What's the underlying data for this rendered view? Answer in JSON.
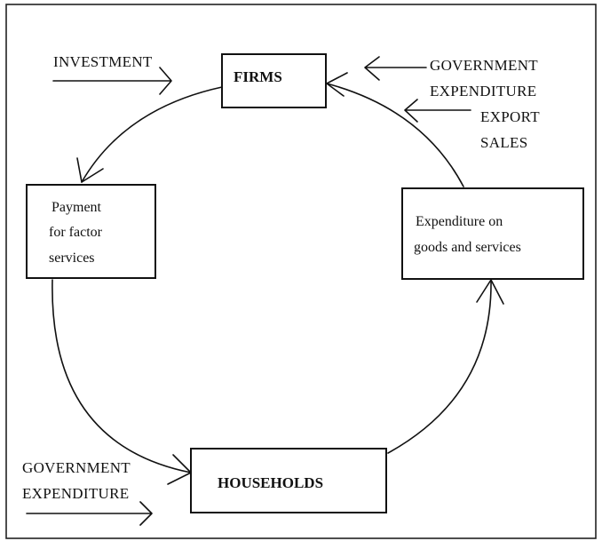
{
  "diagram": {
    "nodes": {
      "firms": {
        "label": "FIRMS"
      },
      "households": {
        "label": "HOUSEHOLDS"
      },
      "payment": {
        "lines": [
          "Payment",
          "for factor",
          "services"
        ]
      },
      "expenditure": {
        "lines": [
          "Expenditure on",
          "goods and services"
        ]
      }
    },
    "injections": {
      "investment": {
        "lines": [
          "INVESTMENT"
        ]
      },
      "gov_exp_top": {
        "lines": [
          "GOVERNMENT",
          "EXPENDITURE"
        ]
      },
      "export_sales": {
        "lines": [
          "EXPORT",
          "SALES"
        ]
      },
      "gov_exp_bottom": {
        "lines": [
          "GOVERNMENT",
          "EXPENDITURE"
        ]
      }
    }
  }
}
